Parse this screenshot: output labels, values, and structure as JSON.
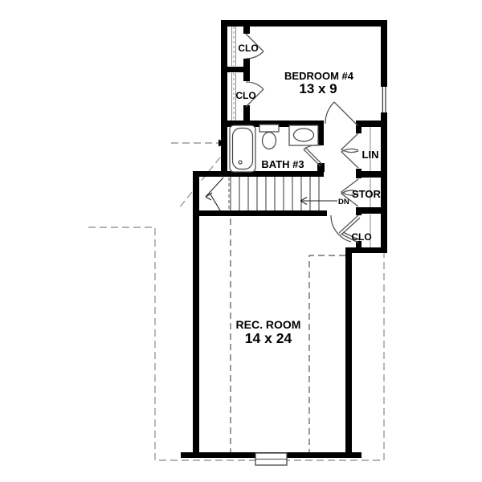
{
  "plan": {
    "type": "floor-plan",
    "rooms": {
      "closet_top": {
        "label": "CLO"
      },
      "closet_mid": {
        "label": "CLO"
      },
      "bedroom4": {
        "label": "BEDROOM #4",
        "dims": "13 x 9"
      },
      "bath3": {
        "label": "BATH #3"
      },
      "linen": {
        "label": "LIN"
      },
      "storage": {
        "label": "STOR"
      },
      "closet_hall": {
        "label": "CLO"
      },
      "rec_room": {
        "label": "REC. ROOM",
        "dims": "14 x 24"
      }
    },
    "stairs": {
      "direction_label": "DN",
      "tread_count": 11
    },
    "colors": {
      "wall": "#000000",
      "fixture_line": "#444444",
      "door_line": "#555555",
      "dashed_roofline": "#999999",
      "dashed_ceiling": "#555555",
      "background": "#ffffff"
    }
  }
}
